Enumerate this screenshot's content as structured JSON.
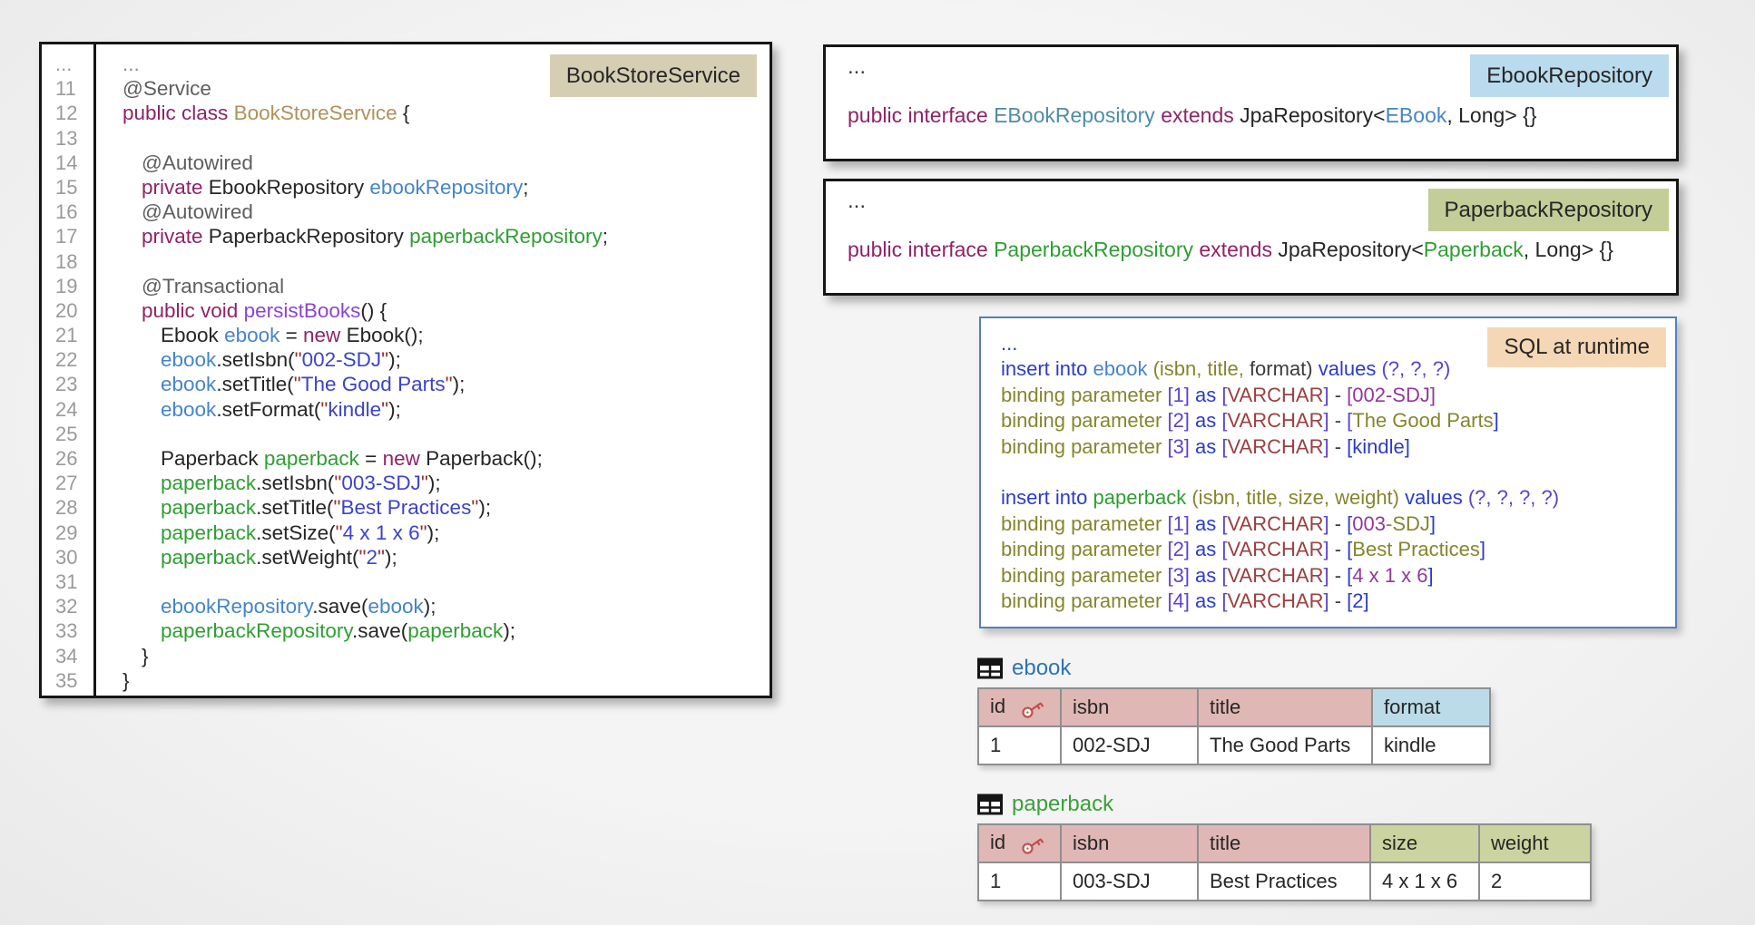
{
  "palette": {
    "badge_tan": "#d5ceb3",
    "badge_blue": "#badbed",
    "badge_olive": "#c3cd98",
    "badge_peach": "#f5d7b5",
    "header_pink": "#dfb7b5",
    "header_blue": "#bcdbe9",
    "header_olive": "#cbd4a0",
    "sql_border": "#5580bd",
    "ebook_label": "#2e74b5",
    "paperback_label": "#3ba03b"
  },
  "service": {
    "badge": "BookStoreService",
    "gutter": [
      "...",
      "11",
      "12",
      "13",
      "14",
      "15",
      "16",
      "17",
      "18",
      "19",
      "20",
      "21",
      "22",
      "23",
      "24",
      "25",
      "26",
      "27",
      "28",
      "29",
      "30",
      "31",
      "32",
      "33",
      "34",
      "35"
    ],
    "lines": [
      {
        "ind": 0,
        "seg": [
          [
            "...",
            "c-dots"
          ]
        ]
      },
      {
        "ind": 0,
        "seg": [
          [
            "@Service",
            "c-ann"
          ]
        ]
      },
      {
        "ind": 0,
        "seg": [
          [
            "public class ",
            "c-kw"
          ],
          [
            "BookStoreService ",
            "c-cls"
          ],
          [
            "{",
            "c-blk"
          ]
        ]
      },
      {
        "ind": 0,
        "seg": []
      },
      {
        "ind": 1,
        "seg": [
          [
            "@Autowired",
            "c-ann"
          ]
        ]
      },
      {
        "ind": 1,
        "seg": [
          [
            "private ",
            "c-kw"
          ],
          [
            "EbookRepository ",
            "c-blk"
          ],
          [
            "ebookRepository",
            "c-blue"
          ],
          [
            ";",
            "c-blk"
          ]
        ]
      },
      {
        "ind": 1,
        "seg": [
          [
            "@Autowired",
            "c-ann"
          ]
        ]
      },
      {
        "ind": 1,
        "seg": [
          [
            "private ",
            "c-kw"
          ],
          [
            "PaperbackRepository ",
            "c-blk"
          ],
          [
            "paperbackRepository",
            "c-green"
          ],
          [
            ";",
            "c-blk"
          ]
        ]
      },
      {
        "ind": 0,
        "seg": []
      },
      {
        "ind": 1,
        "seg": [
          [
            "@Transactional",
            "c-ann"
          ]
        ]
      },
      {
        "ind": 1,
        "seg": [
          [
            "public void ",
            "c-kw"
          ],
          [
            "persistBooks",
            "c-vio"
          ],
          [
            "() {",
            "c-blk"
          ]
        ]
      },
      {
        "ind": 2,
        "seg": [
          [
            "Ebook ",
            "c-blk"
          ],
          [
            "ebook ",
            "c-blue"
          ],
          [
            "= ",
            "c-blk"
          ],
          [
            "new ",
            "c-kw"
          ],
          [
            "Ebook();",
            "c-blk"
          ]
        ]
      },
      {
        "ind": 2,
        "seg": [
          [
            "ebook",
            "c-blue"
          ],
          [
            ".setIsbn(",
            "c-blk"
          ],
          [
            "\"",
            "c-q"
          ],
          [
            "002-SDJ",
            "c-str"
          ],
          [
            "\"",
            "c-q"
          ],
          [
            ");",
            "c-blk"
          ]
        ]
      },
      {
        "ind": 2,
        "seg": [
          [
            "ebook",
            "c-blue"
          ],
          [
            ".setTitle(",
            "c-blk"
          ],
          [
            "\"",
            "c-q"
          ],
          [
            "The Good Parts",
            "c-str"
          ],
          [
            "\"",
            "c-q"
          ],
          [
            ");",
            "c-blk"
          ]
        ]
      },
      {
        "ind": 2,
        "seg": [
          [
            "ebook",
            "c-blue"
          ],
          [
            ".setFormat(",
            "c-blk"
          ],
          [
            "\"",
            "c-q"
          ],
          [
            "kindle",
            "c-str"
          ],
          [
            "\"",
            "c-q"
          ],
          [
            ");",
            "c-blk"
          ]
        ]
      },
      {
        "ind": 0,
        "seg": []
      },
      {
        "ind": 2,
        "seg": [
          [
            "Paperback ",
            "c-blk"
          ],
          [
            "paperback ",
            "c-green"
          ],
          [
            "= ",
            "c-blk"
          ],
          [
            "new ",
            "c-kw"
          ],
          [
            "Paperback();",
            "c-blk"
          ]
        ]
      },
      {
        "ind": 2,
        "seg": [
          [
            "paperback",
            "c-green"
          ],
          [
            ".setIsbn(",
            "c-blk"
          ],
          [
            "\"",
            "c-q"
          ],
          [
            "003-SDJ",
            "c-str"
          ],
          [
            "\"",
            "c-q"
          ],
          [
            ");",
            "c-blk"
          ]
        ]
      },
      {
        "ind": 2,
        "seg": [
          [
            "paperback",
            "c-green"
          ],
          [
            ".setTitle(",
            "c-blk"
          ],
          [
            "\"",
            "c-q"
          ],
          [
            "Best Practices",
            "c-str"
          ],
          [
            "\"",
            "c-q"
          ],
          [
            ");",
            "c-blk"
          ]
        ]
      },
      {
        "ind": 2,
        "seg": [
          [
            "paperback",
            "c-green"
          ],
          [
            ".setSize(",
            "c-blk"
          ],
          [
            "\"",
            "c-q"
          ],
          [
            "4 x 1 x 6",
            "c-str"
          ],
          [
            "\"",
            "c-q"
          ],
          [
            ");",
            "c-blk"
          ]
        ]
      },
      {
        "ind": 2,
        "seg": [
          [
            "paperback",
            "c-green"
          ],
          [
            ".setWeight(",
            "c-blk"
          ],
          [
            "\"",
            "c-q"
          ],
          [
            "2",
            "c-str"
          ],
          [
            "\"",
            "c-q"
          ],
          [
            ");",
            "c-blk"
          ]
        ]
      },
      {
        "ind": 0,
        "seg": []
      },
      {
        "ind": 2,
        "seg": [
          [
            "ebookRepository",
            "c-blue"
          ],
          [
            ".save(",
            "c-blk"
          ],
          [
            "ebook",
            "c-blue"
          ],
          [
            ");",
            "c-blk"
          ]
        ]
      },
      {
        "ind": 2,
        "seg": [
          [
            "paperbackRepository",
            "c-green"
          ],
          [
            ".save(",
            "c-blk"
          ],
          [
            "paperback",
            "c-green"
          ],
          [
            ");",
            "c-blk"
          ]
        ]
      },
      {
        "ind": 1,
        "seg": [
          [
            "}",
            "c-blk"
          ]
        ]
      },
      {
        "ind": 0,
        "seg": [
          [
            "}",
            "c-blk"
          ]
        ]
      }
    ]
  },
  "repos": [
    {
      "ellipsis": "...",
      "badge": "EbookRepository",
      "line": [
        [
          "public interface ",
          "c-kw"
        ],
        [
          "EBookRepository ",
          "c-teal"
        ],
        [
          "extends ",
          "c-kw"
        ],
        [
          "JpaRepository<",
          "c-blk"
        ],
        [
          "EBook",
          "c-blue"
        ],
        [
          ", Long> {}",
          "c-blk"
        ]
      ]
    },
    {
      "ellipsis": "...",
      "badge": "PaperbackRepository",
      "line": [
        [
          "public interface ",
          "c-kw"
        ],
        [
          "PaperbackRepository ",
          "c-green"
        ],
        [
          "extends ",
          "c-kw"
        ],
        [
          "JpaRepository<",
          "c-blk"
        ],
        [
          "Paperback",
          "c-green"
        ],
        [
          ", Long> {}",
          "c-blk"
        ]
      ]
    }
  ],
  "sql": {
    "badge": "SQL at runtime",
    "lines": [
      [
        [
          "...",
          "s-kw"
        ]
      ],
      [
        [
          "insert into ",
          "s-kw"
        ],
        [
          "ebook ",
          "s-blue"
        ],
        [
          "(isbn, title, ",
          "s-olive"
        ],
        [
          "format",
          "s-dark"
        ],
        [
          ") ",
          "s-dark"
        ],
        [
          "values ",
          "s-kw"
        ],
        [
          "(?, ?, ?)",
          "s-vio"
        ]
      ],
      [
        [
          "binding parameter ",
          "s-olive"
        ],
        [
          "[1] ",
          "s-vio"
        ],
        [
          "as ",
          "s-kw"
        ],
        [
          "[",
          "s-vio"
        ],
        [
          "VARCHAR",
          "s-mar"
        ],
        [
          "] ",
          "s-vio"
        ],
        [
          "- ",
          "s-dark"
        ],
        [
          "[002-SDJ]",
          "s-pur"
        ]
      ],
      [
        [
          "binding parameter ",
          "s-olive"
        ],
        [
          "[2] ",
          "s-vio"
        ],
        [
          "as ",
          "s-kw"
        ],
        [
          "[",
          "s-vio"
        ],
        [
          "VARCHAR",
          "s-mar"
        ],
        [
          "] ",
          "s-vio"
        ],
        [
          "- ",
          "s-dark"
        ],
        [
          "[",
          "s-vio"
        ],
        [
          "The Good Parts",
          "s-olive"
        ],
        [
          "]",
          "s-kw"
        ]
      ],
      [
        [
          "binding parameter ",
          "s-olive"
        ],
        [
          "[3] ",
          "s-vio"
        ],
        [
          "as ",
          "s-kw"
        ],
        [
          "[",
          "s-vio"
        ],
        [
          "VARCHAR",
          "s-mar"
        ],
        [
          "] ",
          "s-vio"
        ],
        [
          "- ",
          "s-dark"
        ],
        [
          "[kindle]",
          "s-kw"
        ]
      ],
      [],
      [
        [
          "insert into ",
          "s-kw"
        ],
        [
          "paperback ",
          "s-green"
        ],
        [
          "(isbn, title, size, weight) ",
          "s-olive"
        ],
        [
          "values ",
          "s-kw"
        ],
        [
          "(?, ?, ?, ?)",
          "s-vio"
        ]
      ],
      [
        [
          "binding parameter ",
          "s-olive"
        ],
        [
          "[1] ",
          "s-vio"
        ],
        [
          "as ",
          "s-kw"
        ],
        [
          "[",
          "s-vio"
        ],
        [
          "VARCHAR",
          "s-mar"
        ],
        [
          "] ",
          "s-vio"
        ],
        [
          "- ",
          "s-dark"
        ],
        [
          "[",
          "s-kw"
        ],
        [
          "003",
          "s-pur"
        ],
        [
          "-SDJ",
          "s-olive"
        ],
        [
          "]",
          "s-kw"
        ]
      ],
      [
        [
          "binding parameter ",
          "s-olive"
        ],
        [
          "[2] ",
          "s-vio"
        ],
        [
          "as ",
          "s-kw"
        ],
        [
          "[",
          "s-vio"
        ],
        [
          "VARCHAR",
          "s-mar"
        ],
        [
          "] ",
          "s-vio"
        ],
        [
          "- ",
          "s-dark"
        ],
        [
          "[",
          "s-kw"
        ],
        [
          "Best Practices",
          "s-olive"
        ],
        [
          "]",
          "s-kw"
        ]
      ],
      [
        [
          "binding parameter ",
          "s-olive"
        ],
        [
          "[3] ",
          "s-vio"
        ],
        [
          "as ",
          "s-kw"
        ],
        [
          "[",
          "s-vio"
        ],
        [
          "VARCHAR",
          "s-mar"
        ],
        [
          "] ",
          "s-vio"
        ],
        [
          "- ",
          "s-dark"
        ],
        [
          "[",
          "s-kw"
        ],
        [
          "4 x 1 x 6",
          "s-pur"
        ],
        [
          "]",
          "s-kw"
        ]
      ],
      [
        [
          "binding parameter ",
          "s-olive"
        ],
        [
          "[4] ",
          "s-vio"
        ],
        [
          "as ",
          "s-kw"
        ],
        [
          "[",
          "s-vio"
        ],
        [
          "VARCHAR",
          "s-mar"
        ],
        [
          "] ",
          "s-vio"
        ],
        [
          "- ",
          "s-dark"
        ],
        [
          "[2]",
          "s-kw"
        ]
      ]
    ]
  },
  "tables": [
    {
      "name": "ebook",
      "name_color": "#2e74b5",
      "columns": [
        {
          "label": "id",
          "tone": "pink",
          "key": true,
          "width": 91
        },
        {
          "label": "isbn",
          "tone": "pink",
          "key": false,
          "width": 151
        },
        {
          "label": "title",
          "tone": "pink",
          "key": false,
          "width": 192
        },
        {
          "label": "format",
          "tone": "blue",
          "key": false,
          "width": 130
        }
      ],
      "rows": [
        [
          "1",
          "002-SDJ",
          "The Good Parts",
          "kindle"
        ]
      ]
    },
    {
      "name": "paperback",
      "name_color": "#3ba03b",
      "columns": [
        {
          "label": "id",
          "tone": "pink",
          "key": true,
          "width": 91
        },
        {
          "label": "isbn",
          "tone": "pink",
          "key": false,
          "width": 151
        },
        {
          "label": "title",
          "tone": "pink",
          "key": false,
          "width": 190
        },
        {
          "label": "size",
          "tone": "olive",
          "key": false,
          "width": 120
        },
        {
          "label": "weight",
          "tone": "olive",
          "key": false,
          "width": 123
        }
      ],
      "rows": [
        [
          "1",
          "003-SDJ",
          "Best Practices",
          "4 x 1 x 6",
          "2"
        ]
      ]
    }
  ]
}
